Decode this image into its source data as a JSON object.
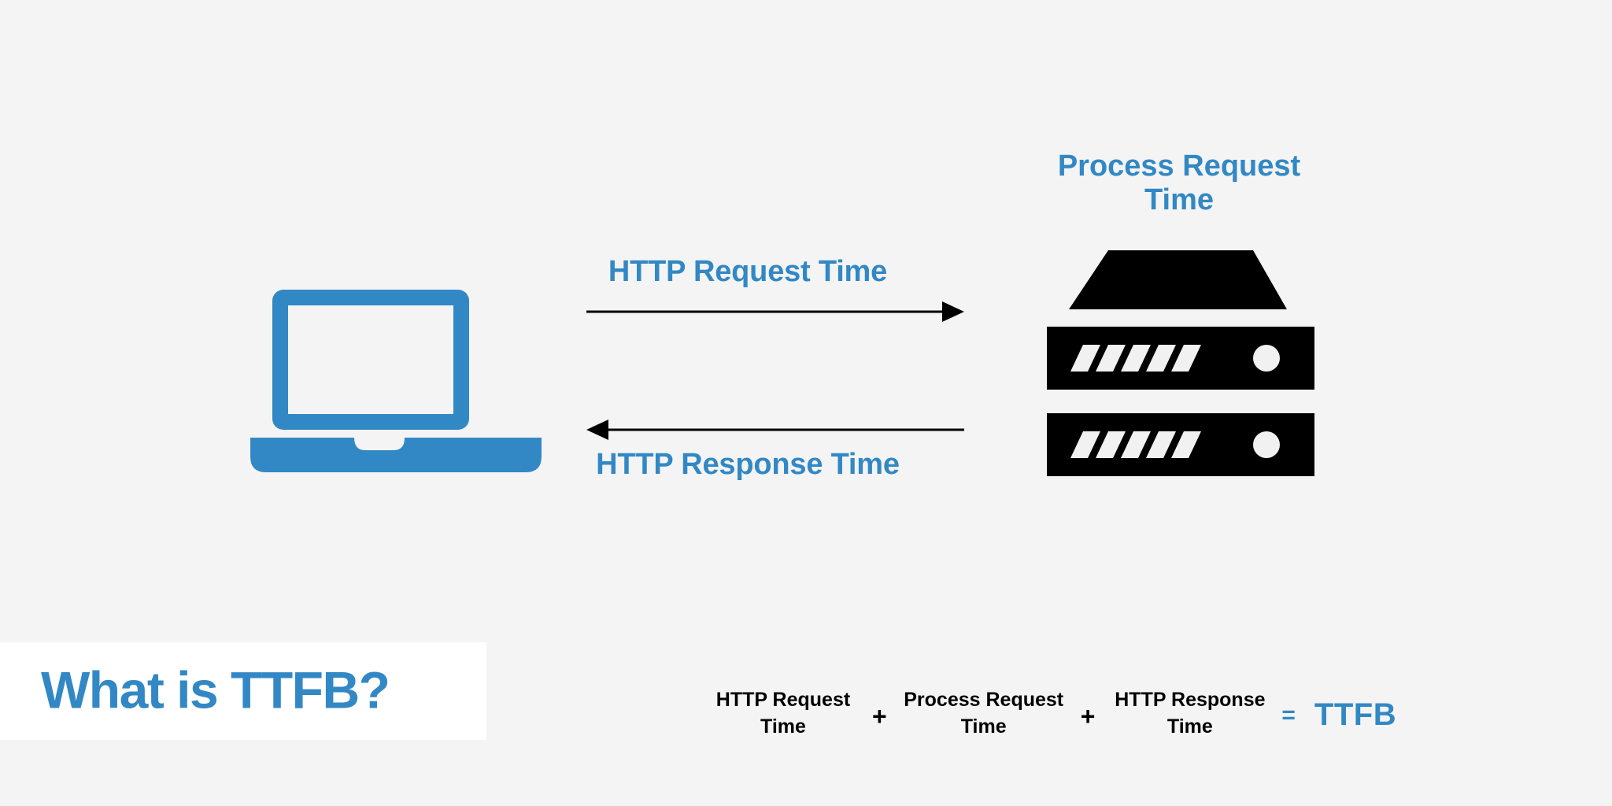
{
  "page": {
    "background_color": "#f4f4f4",
    "accent_color": "#3288c4",
    "dark_color": "#000000",
    "banner_color": "#ffffff"
  },
  "title": {
    "text": "What is TTFB?"
  },
  "diagram": {
    "client": {
      "icon": "laptop-icon"
    },
    "server": {
      "icon": "server-rack-icon",
      "label_line1": "Process Request",
      "label_line2": "Time"
    },
    "flows": [
      {
        "label": "HTTP Request Time",
        "direction": "right",
        "arrow_icon": "arrow-right-icon"
      },
      {
        "label": "HTTP Response Time",
        "direction": "left",
        "arrow_icon": "arrow-left-icon"
      }
    ]
  },
  "formula": {
    "terms": [
      {
        "line1": "HTTP Request",
        "line2": "Time"
      },
      {
        "line1": "Process Request",
        "line2": "Time"
      },
      {
        "line1": "HTTP Response",
        "line2": "Time"
      }
    ],
    "operator": "+",
    "equals": "=",
    "result": "TTFB"
  }
}
